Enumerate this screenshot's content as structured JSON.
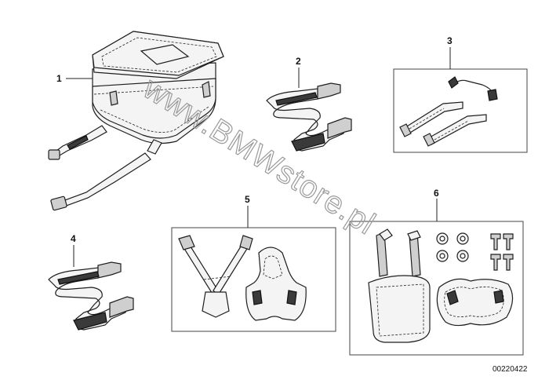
{
  "callouts": {
    "c1": "1",
    "c2": "2",
    "c3": "3",
    "c4": "4",
    "c5": "5",
    "c6": "6"
  },
  "watermark": "www.BMWstore.pl",
  "reference_number": "00220422"
}
